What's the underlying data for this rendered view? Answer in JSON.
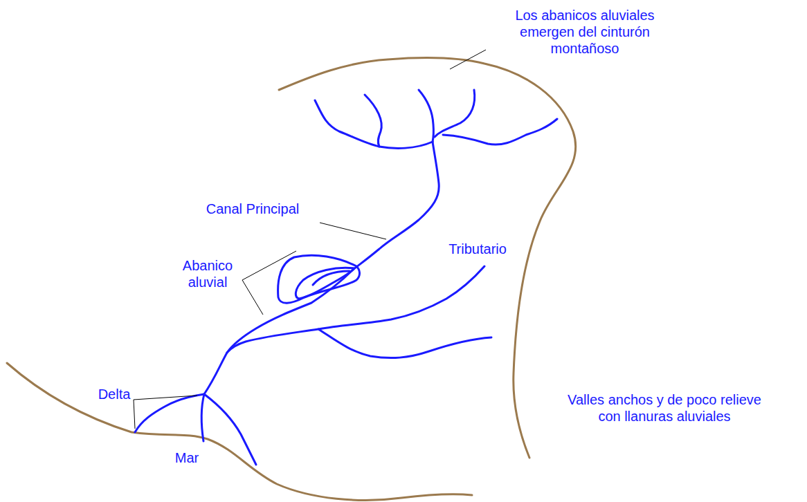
{
  "diagram": {
    "labels": [
      "Los abanicos aluviales emergen del cinturón montañoso",
      "Canal Principal",
      "Abanico aluvial",
      "Tributario",
      "Delta",
      "Mar",
      "Valles anchos y de poco relieve con llanuras aluviales"
    ]
  }
}
